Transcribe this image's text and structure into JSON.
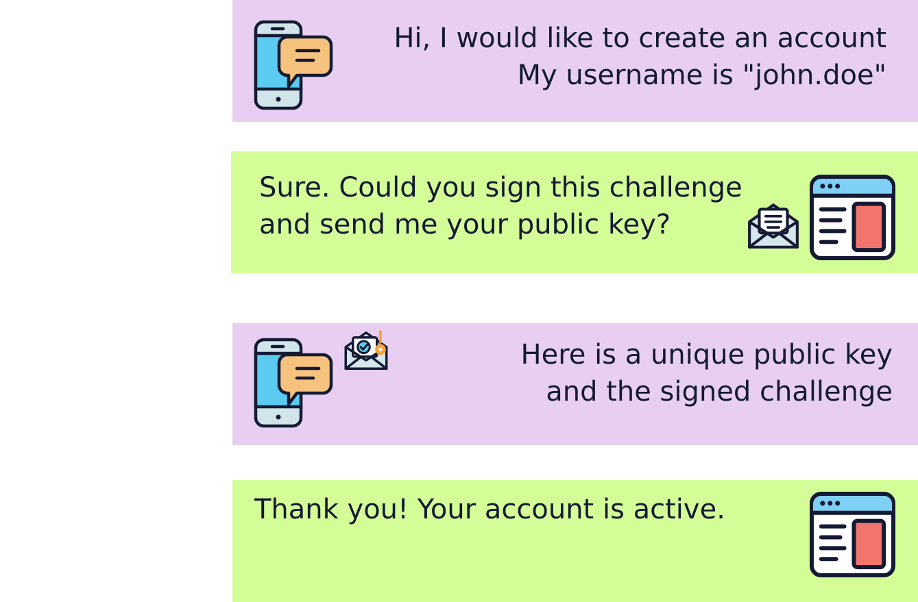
{
  "colors": {
    "client_panel": "#e8cff1",
    "server_panel": "#d4fd98",
    "outline": "#141a33",
    "phone_screen": "#5bcbf1",
    "phone_frame": "#d1e4ea",
    "chat_bubble": "#f6c37f",
    "window_bar": "#7fd0f5",
    "window_panel": "#f2746c",
    "envelope": "#d5e6ec",
    "key": "#f4a23a"
  },
  "messages": [
    {
      "sender": "client",
      "icons": [
        "phone-chat-icon"
      ],
      "lines": [
        "Hi, I would like to create an account",
        "My username is \"john.doe\""
      ]
    },
    {
      "sender": "server",
      "icons": [
        "challenge-envelope-icon",
        "browser-window-icon"
      ],
      "lines": [
        "Sure. Could you sign this challenge",
        "and send me your public key?"
      ]
    },
    {
      "sender": "client",
      "icons": [
        "phone-chat-icon",
        "signed-envelope-key-icon"
      ],
      "lines": [
        "Here is a unique public key",
        "and the signed challenge"
      ]
    },
    {
      "sender": "server",
      "icons": [
        "browser-window-icon"
      ],
      "lines": [
        "Thank you! Your account is active."
      ]
    }
  ]
}
